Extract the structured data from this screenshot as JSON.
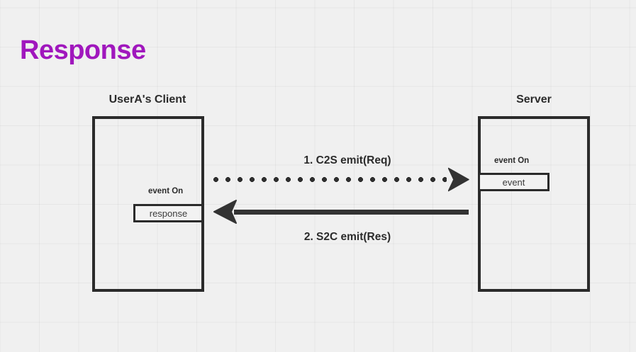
{
  "page": {
    "title": "Response",
    "title_color": "#a017bd",
    "background_color": "#f0f0f0",
    "grid": true,
    "stroke_color": "#2b2b2b"
  },
  "diagram": {
    "type": "sequence-diagram",
    "participants": [
      {
        "id": "client",
        "heading": "UserA's Client",
        "handler_label": "event On",
        "handler_name": "response"
      },
      {
        "id": "server",
        "heading": "Server",
        "handler_label": "event On",
        "handler_name": "event"
      }
    ],
    "messages": [
      {
        "id": "msg1",
        "label": "1. C2S emit(Req)",
        "direction": "client-to-server",
        "style": "dotted"
      },
      {
        "id": "msg2",
        "label": "2. S2C emit(Res)",
        "direction": "server-to-client",
        "style": "solid"
      }
    ]
  }
}
